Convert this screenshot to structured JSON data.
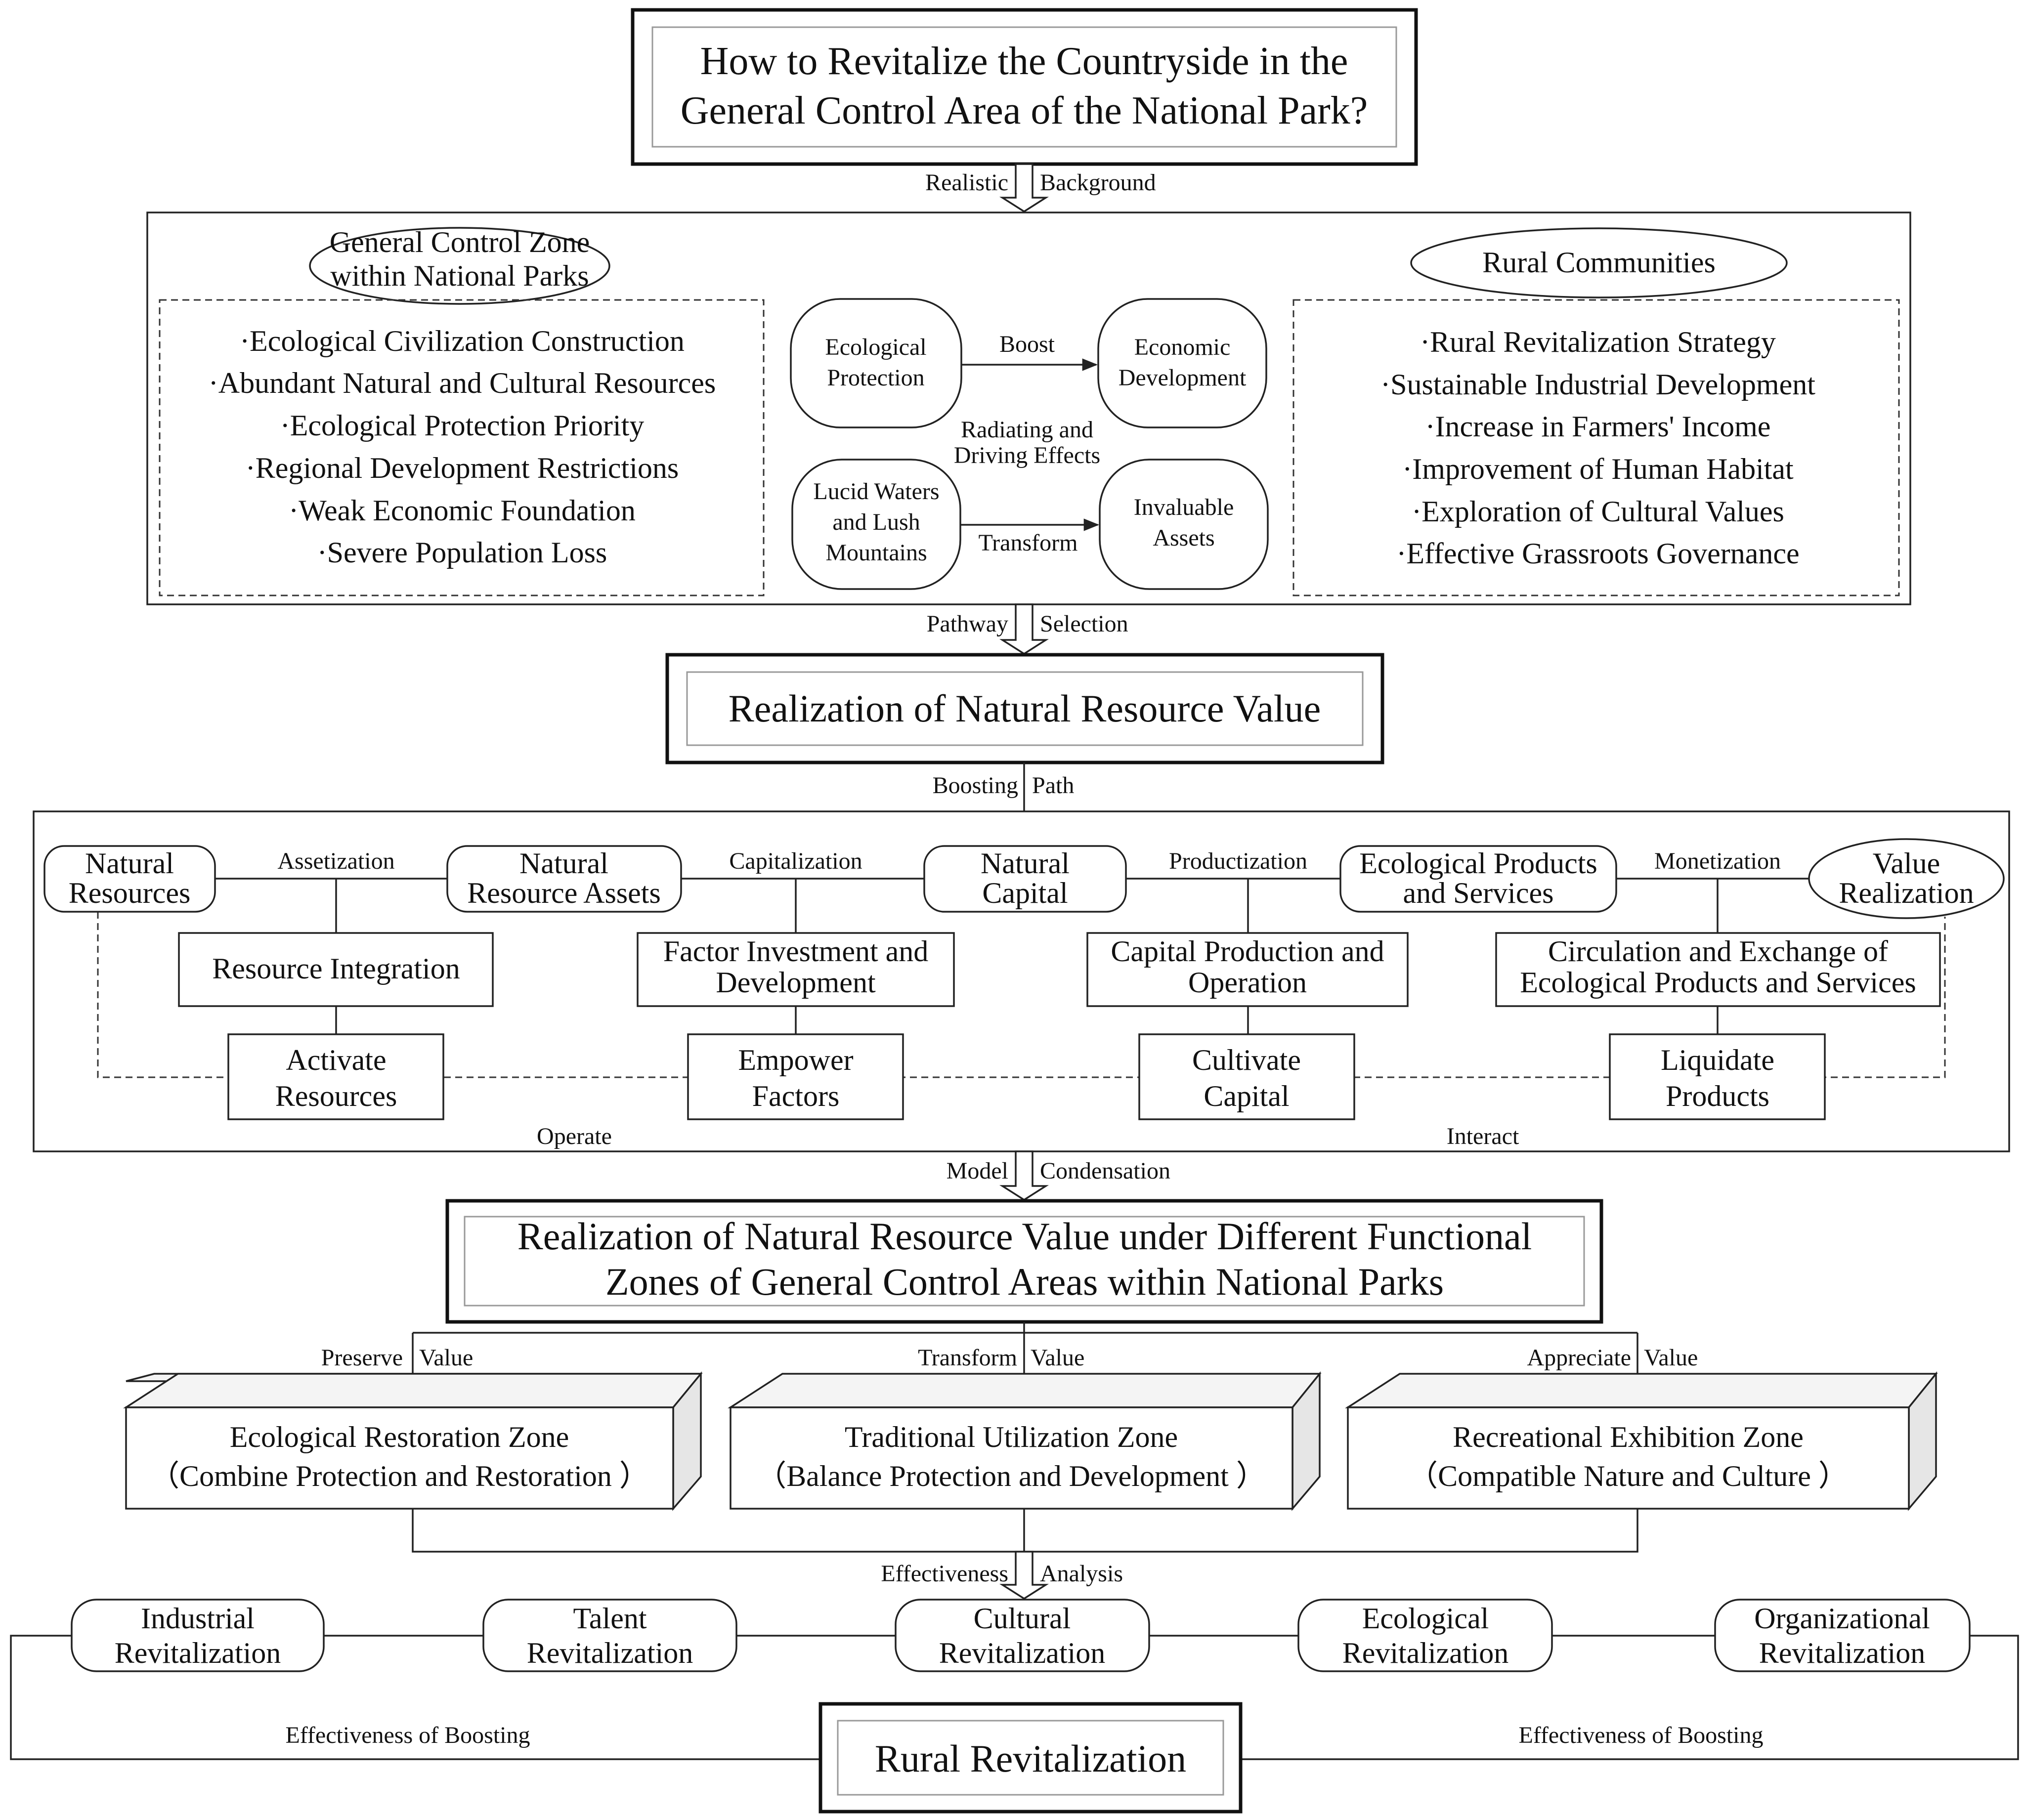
{
  "top_question": {
    "line1": "How to Revitalize the Countryside in the",
    "line2": "General Control Area of the National Park?"
  },
  "connectors": {
    "realistic": "Realistic",
    "background": "Background",
    "pathway": "Pathway",
    "selection": "Selection",
    "boosting": "Boosting",
    "path": "Path",
    "model": "Model",
    "condensation": "Condensation",
    "effectiveness": "Effectiveness",
    "analysis": "Analysis"
  },
  "background_section": {
    "left_title": {
      "line1": "General Control Zone",
      "line2": "within National Parks"
    },
    "left_items": [
      "·Ecological Civilization Construction",
      "·Abundant Natural and Cultural Resources",
      "·Ecological Protection Priority",
      "·Regional Development Restrictions",
      "·Weak Economic Foundation",
      "·Severe Population Loss"
    ],
    "center": {
      "ecological_protection": {
        "line1": "Ecological",
        "line2": "Protection"
      },
      "economic_development": {
        "line1": "Economic",
        "line2": "Development"
      },
      "boost": "Boost",
      "radiating": {
        "line1": "Radiating and",
        "line2": "Driving Effects"
      },
      "lucid_waters": {
        "line1": "Lucid Waters",
        "line2": "and Lush",
        "line3": "Mountains"
      },
      "invaluable_assets": {
        "line1": "Invaluable",
        "line2": "Assets"
      },
      "transform": "Transform"
    },
    "right_title": "Rural Communities",
    "right_items": [
      "·Rural Revitalization Strategy",
      "·Sustainable Industrial Development",
      "·Increase in Farmers' Income",
      "·Improvement of Human Habitat",
      "·Exploration of Cultural Values",
      "·Effective Grassroots Governance"
    ]
  },
  "nrv_title": "Realization of Natural Resource Value",
  "path_section": {
    "stages": [
      {
        "line1": "Natural",
        "line2": "Resources"
      },
      {
        "line1": "Natural",
        "line2": "Resource Assets"
      },
      {
        "line1": "Natural",
        "line2": "Capital"
      },
      {
        "line1": "Ecological Products",
        "line2": "and Services"
      },
      {
        "line1": "Value",
        "line2": "Realization"
      }
    ],
    "transitions": [
      "Assetization",
      "Capitalization",
      "Productization",
      "Monetization"
    ],
    "processes": [
      {
        "line1": "Resource Integration",
        "line2": ""
      },
      {
        "line1": "Factor Investment and",
        "line2": "Development"
      },
      {
        "line1": "Capital Production and",
        "line2": "Operation"
      },
      {
        "line1": "Circulation and Exchange of",
        "line2": "Ecological Products and Services"
      }
    ],
    "actions": [
      {
        "line1": "Activate",
        "line2": "Resources"
      },
      {
        "line1": "Empower",
        "line2": "Factors"
      },
      {
        "line1": "Cultivate",
        "line2": "Capital"
      },
      {
        "line1": "Liquidate",
        "line2": "Products"
      }
    ],
    "operate": "Operate",
    "interact": "Interact"
  },
  "zones_title": {
    "line1": "Realization of Natural Resource Value under Different Functional",
    "line2": "Zones of General Control Areas within National Parks"
  },
  "zones": [
    {
      "connector_left": "Preserve",
      "connector_right": "Value",
      "name": "Ecological Restoration Zone",
      "detail": "（Combine Protection and Restoration ）"
    },
    {
      "connector_left": "Transform",
      "connector_right": "Value",
      "name": "Traditional Utilization Zone",
      "detail": "（Balance Protection and Development ）"
    },
    {
      "connector_left": "Appreciate",
      "connector_right": "Value",
      "name": "Recreational Exhibition Zone",
      "detail": "（Compatible Nature and Culture ）"
    }
  ],
  "revitalizations": [
    {
      "line1": "Industrial",
      "line2": "Revitalization"
    },
    {
      "line1": "Talent",
      "line2": "Revitalization"
    },
    {
      "line1": "Cultural",
      "line2": "Revitalization"
    },
    {
      "line1": "Ecological",
      "line2": "Revitalization"
    },
    {
      "line1": "Organizational",
      "line2": "Revitalization"
    }
  ],
  "boosting_left": "Effectiveness of Boosting",
  "boosting_right": "Effectiveness of Boosting",
  "final_title": "Rural Revitalization"
}
